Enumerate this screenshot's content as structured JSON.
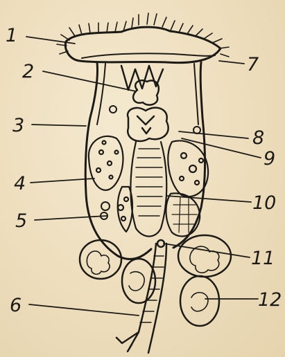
{
  "diagram": {
    "labels": [
      "1",
      "2",
      "3",
      "4",
      "5",
      "6",
      "7",
      "8",
      "9",
      "10",
      "11",
      "12"
    ]
  },
  "colors": {
    "ink": "#1c1a17",
    "paper": "#efe2c4"
  }
}
